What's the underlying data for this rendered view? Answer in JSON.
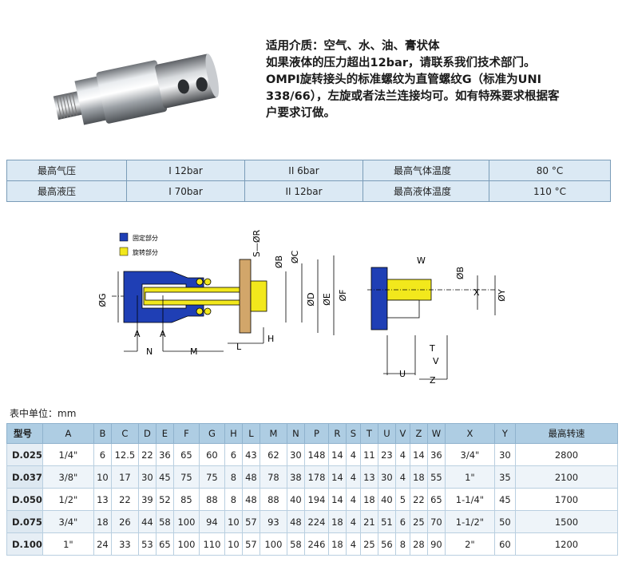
{
  "description": {
    "lines": [
      "适用介质：空气、水、油、膏状体",
      "如果液体的压力超出12bar，请联系我们技术部门。",
      "OMPI旋转接头的标准螺纹为直管螺纹G（标准为UNI",
      "338/66），左旋或者法兰连接均可。如有特殊要求根据客",
      "户要求订做。"
    ]
  },
  "spec_table": {
    "rows": [
      {
        "label": "最高气压",
        "v1": "I 12bar",
        "v2": "II 6bar",
        "label2": "最高气体温度",
        "v3": "80 °C"
      },
      {
        "label": "最高液压",
        "v1": "I 70bar",
        "v2": "II 12bar",
        "label2": "最高液体温度",
        "v3": "110 °C"
      }
    ]
  },
  "drawing": {
    "legend": [
      "固定部分",
      "旋转部分"
    ],
    "labels": [
      "S—ØR",
      "ØB",
      "ØC",
      "ØD",
      "ØE",
      "ØF",
      "ØG",
      "A",
      "A",
      "N",
      "M",
      "L",
      "H",
      "W",
      "ØB",
      "X",
      "ØY",
      "T",
      "V",
      "U",
      "Z"
    ],
    "colors": {
      "fixed": "#1f3fb5",
      "rotating": "#f2e81c"
    }
  },
  "unit_note": "表中单位：mm",
  "dims_table": {
    "headers": [
      "型号",
      "A",
      "B",
      "C",
      "D",
      "E",
      "F",
      "G",
      "H",
      "L",
      "M",
      "N",
      "P",
      "R",
      "S",
      "T",
      "U",
      "V",
      "Z",
      "W",
      "X",
      "Y",
      "最高转速"
    ],
    "rows": [
      [
        "D.025",
        "1/4\"",
        "6",
        "12.5",
        "22",
        "36",
        "65",
        "60",
        "6",
        "43",
        "62",
        "30",
        "148",
        "14",
        "4",
        "11",
        "23",
        "4",
        "14",
        "36",
        "3/4\"",
        "30",
        "2800"
      ],
      [
        "D.037",
        "3/8\"",
        "10",
        "17",
        "30",
        "45",
        "75",
        "75",
        "8",
        "48",
        "78",
        "38",
        "178",
        "14",
        "4",
        "13",
        "30",
        "4",
        "18",
        "55",
        "1\"",
        "35",
        "2100"
      ],
      [
        "D.050",
        "1/2\"",
        "13",
        "22",
        "39",
        "52",
        "85",
        "88",
        "8",
        "48",
        "88",
        "40",
        "194",
        "14",
        "4",
        "18",
        "40",
        "5",
        "22",
        "65",
        "1-1/4\"",
        "45",
        "1700"
      ],
      [
        "D.075",
        "3/4\"",
        "18",
        "26",
        "44",
        "58",
        "100",
        "94",
        "10",
        "57",
        "93",
        "48",
        "224",
        "18",
        "4",
        "21",
        "51",
        "6",
        "25",
        "70",
        "1-1/2\"",
        "50",
        "1500"
      ],
      [
        "D.100",
        "1\"",
        "24",
        "33",
        "53",
        "65",
        "100",
        "110",
        "10",
        "57",
        "100",
        "58",
        "246",
        "18",
        "4",
        "25",
        "56",
        "8",
        "28",
        "90",
        "2\"",
        "60",
        "1200"
      ]
    ]
  }
}
